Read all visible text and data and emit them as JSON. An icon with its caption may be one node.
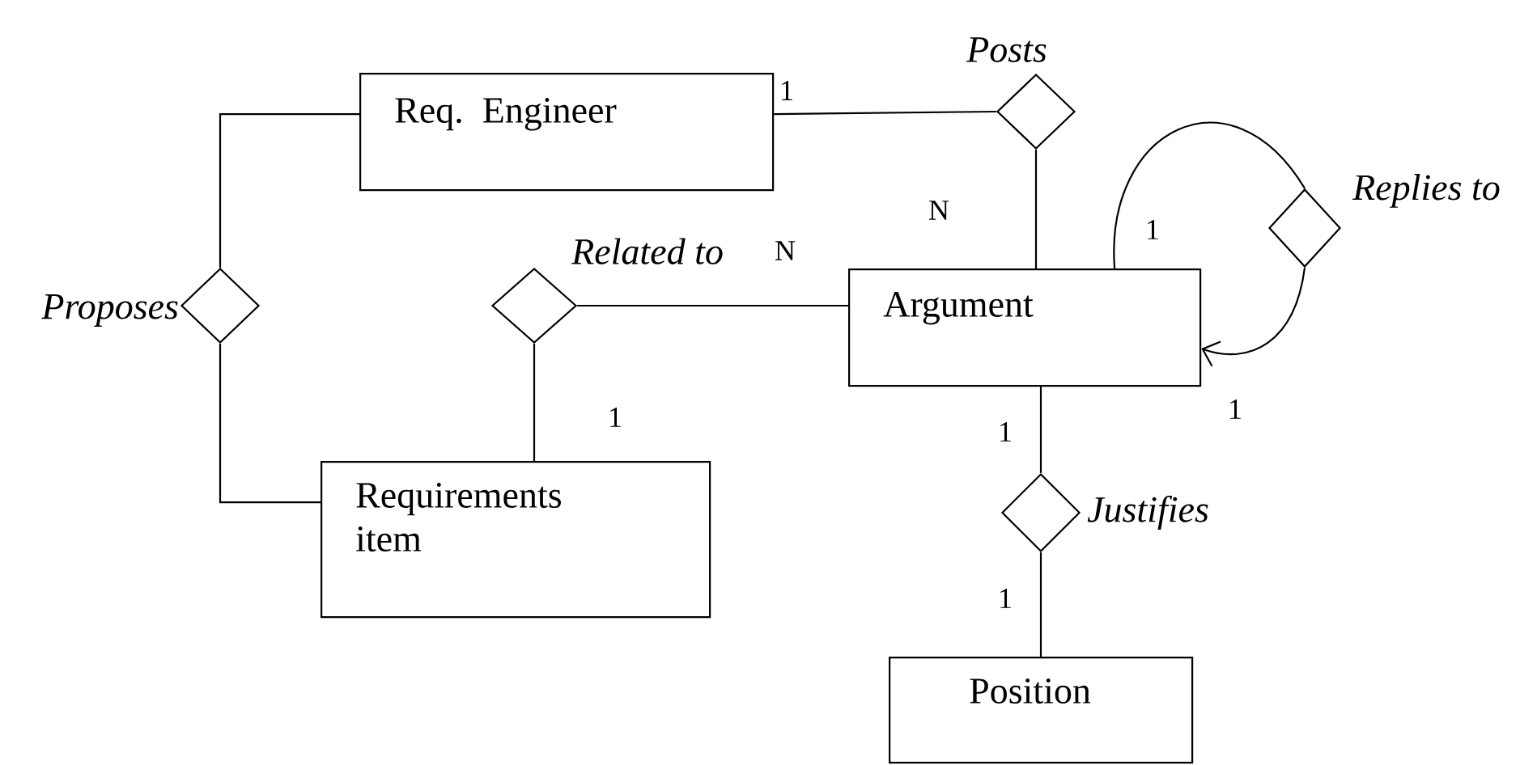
{
  "diagram": {
    "nodes": [
      {
        "text": [
          "Req. Engineer"
        ]
      },
      {
        "text": [],
        "shape": "diamond",
        "beside": [
          "Posts"
        ]
      },
      {
        "text": [],
        "shape": "diamond",
        "beside": [
          "Proposes"
        ]
      },
      {
        "text": [],
        "shape": "diamond",
        "beside": [
          "Related to"
        ]
      },
      {
        "text": [
          "Argument"
        ]
      },
      {
        "text": [],
        "shape": "diamond",
        "beside": [
          "Replies to"
        ]
      },
      {
        "text": [
          "Requirements item"
        ]
      },
      {
        "text": [],
        "shape": "diamond",
        "beside": [
          "Justifies"
        ]
      },
      {
        "text": [
          "Position"
        ]
      }
    ],
    "edges": [
      {
        "from": 0,
        "to": 1,
        "arrow": "none",
        "label": "1"
      },
      {
        "from": 1,
        "to": 4,
        "arrow": "none",
        "label": "N"
      },
      {
        "from": 0,
        "to": 2,
        "arrow": "none"
      },
      {
        "from": 2,
        "to": 6,
        "arrow": "none"
      },
      {
        "from": 3,
        "to": 4,
        "arrow": "none",
        "label": "N"
      },
      {
        "from": 3,
        "to": 6,
        "arrow": "none",
        "label": "1"
      },
      {
        "from": 4,
        "to": 5,
        "arrow": "none",
        "label": "1"
      },
      {
        "from": 5,
        "to": 4,
        "arrow": "to",
        "label": "1"
      },
      {
        "from": 4,
        "to": 7,
        "arrow": "none",
        "label": "1"
      },
      {
        "from": 7,
        "to": 8,
        "arrow": "none",
        "label": "1"
      }
    ]
  }
}
